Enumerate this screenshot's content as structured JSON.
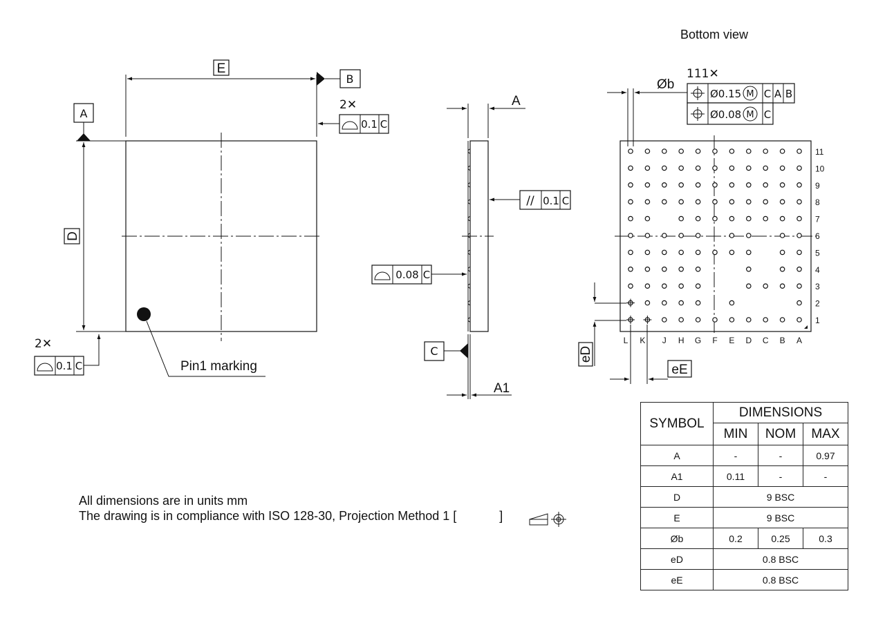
{
  "view_title": "Bottom view",
  "datums": {
    "a": "A",
    "b": "B",
    "c": "C"
  },
  "dims": {
    "e": "E",
    "d": "D",
    "a": "A",
    "a1": "A1",
    "ob": "Øb",
    "ed": "eD",
    "ee": "eE"
  },
  "pin1_label": "Pin1 marking",
  "fcf": {
    "two_x": "2✕",
    "flat_top_value": "0.1",
    "flat_top_ref": "C",
    "flat_bot_value": "0.1",
    "flat_bot_ref": "C",
    "parallel_symbol": "//",
    "parallel_value": "0.1",
    "parallel_ref": "C",
    "coplanar_value": "0.08",
    "coplanar_ref": "C",
    "ball_count": "111✕",
    "pos1_value": "Ø0.15",
    "pos1_mod": "M",
    "pos1_refs": [
      "C",
      "A",
      "B"
    ],
    "pos2_value": "Ø0.08",
    "pos2_mod": "M",
    "pos2_ref": "C"
  },
  "grid": {
    "rows": [
      "11",
      "10",
      "9",
      "8",
      "7",
      "6",
      "5",
      "4",
      "3",
      "2",
      "1"
    ],
    "cols": [
      "L",
      "K",
      "J",
      "H",
      "G",
      "F",
      "E",
      "D",
      "C",
      "B",
      "A"
    ],
    "empty": [
      [
        9,
        5
      ],
      [
        9,
        7
      ],
      [
        9,
        8
      ],
      [
        9,
        9
      ],
      [
        8,
        5
      ],
      [
        8,
        6
      ],
      [
        7,
        5
      ],
      [
        7,
        6
      ],
      [
        7,
        8
      ],
      [
        6,
        8
      ],
      [
        5,
        5
      ],
      [
        5,
        8
      ],
      [
        4,
        2
      ]
    ]
  },
  "notes": [
    "All dimensions are in units mm",
    "The drawing is in compliance with ISO 128-30, Projection Method 1 ["
  ],
  "notes_end": "]",
  "table": {
    "symbol": "SYMBOL",
    "dimensions": "DIMENSIONS",
    "min": "MIN",
    "nom": "NOM",
    "max": "MAX",
    "rows": [
      {
        "symbol": "A",
        "min": "-",
        "nom": "-",
        "max": "0.97"
      },
      {
        "symbol": "A1",
        "min": "0.11",
        "nom": "-",
        "max": "-"
      },
      {
        "symbol": "D",
        "span": "9 BSC"
      },
      {
        "symbol": "E",
        "span": "9 BSC"
      },
      {
        "symbol": "Øb",
        "min": "0.2",
        "nom": "0.25",
        "max": "0.3"
      },
      {
        "symbol": "eD",
        "span": "0.8 BSC"
      },
      {
        "symbol": "eE",
        "span": "0.8 BSC"
      }
    ]
  }
}
